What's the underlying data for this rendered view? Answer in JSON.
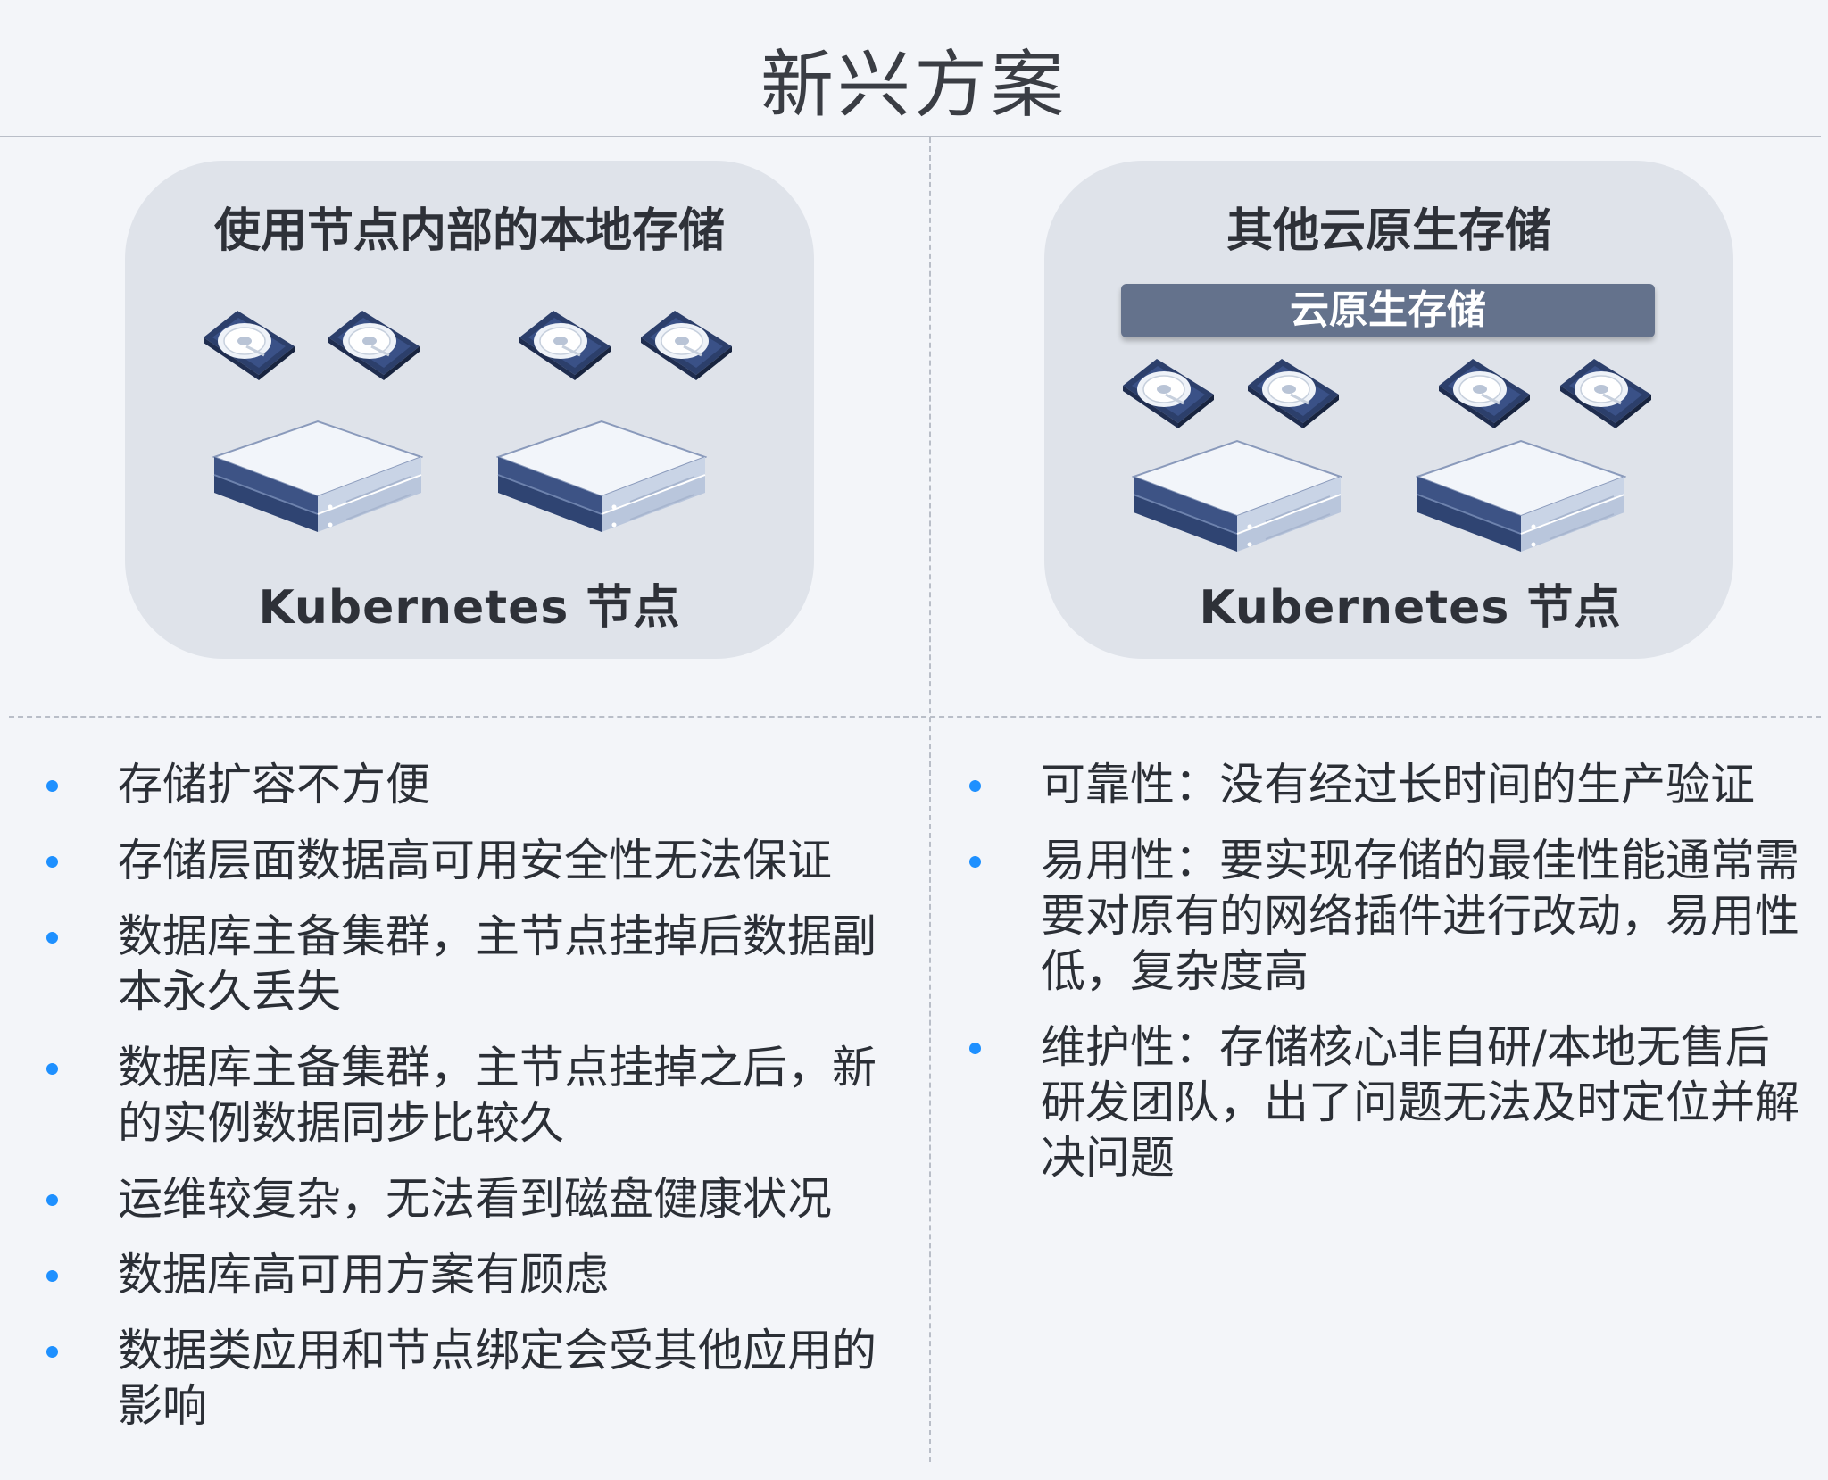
{
  "title": "新兴方案",
  "left_panel": {
    "title": "使用节点内部的本地存储",
    "footer": "Kubernetes 节点"
  },
  "right_panel": {
    "title": "其他云原生存储",
    "bar_label": "云原生存储",
    "footer": "Kubernetes 节点"
  },
  "icons": {
    "disk": "hard-disk-icon",
    "server": "server-node-icon"
  },
  "colors": {
    "background": "#f3f5f9",
    "panel": "#dfe3ea",
    "cloud_bar": "#64728c",
    "device_dark": "#354a78",
    "bullet": "#1e90ff"
  },
  "left_bullets": [
    "存储扩容不方便",
    "存储层面数据高可用安全性无法保证",
    "数据库主备集群，主节点挂掉后数据副本永久丢失",
    "数据库主备集群，主节点挂掉之后，新的实例数据同步比较久",
    "运维较复杂，无法看到磁盘健康状况",
    "数据库高可用方案有顾虑",
    "数据类应用和节点绑定会受其他应用的影响"
  ],
  "right_bullets": [
    "可靠性：没有经过长时间的生产验证",
    "易用性：要实现存储的最佳性能通常需要对原有的网络插件进行改动，易用性低，复杂度高",
    "维护性：存储核心非自研/本地无售后研发团队，出了问题无法及时定位并解决问题"
  ]
}
